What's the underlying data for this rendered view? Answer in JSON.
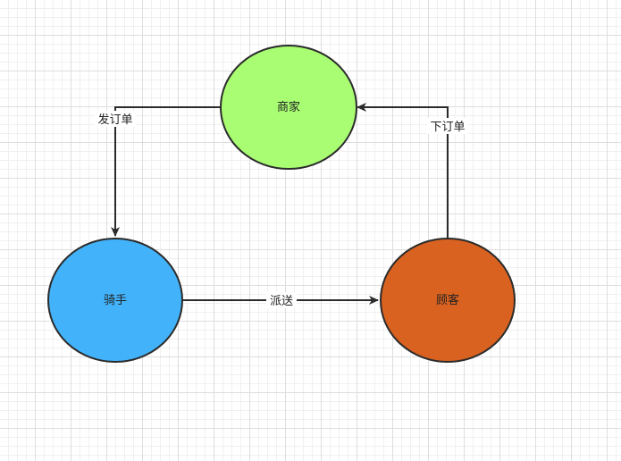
{
  "diagram": {
    "nodes": {
      "merchant": {
        "label": "商家",
        "color": "#a8fd72"
      },
      "rider": {
        "label": "骑手",
        "color": "#42b3fb"
      },
      "customer": {
        "label": "顾客",
        "color": "#d96220"
      }
    },
    "edges": {
      "merchant_to_rider": {
        "label": "发订单"
      },
      "rider_to_customer": {
        "label": "派送"
      },
      "customer_to_merchant": {
        "label": "下订单"
      }
    },
    "stroke_color": "#2b2b2b"
  }
}
